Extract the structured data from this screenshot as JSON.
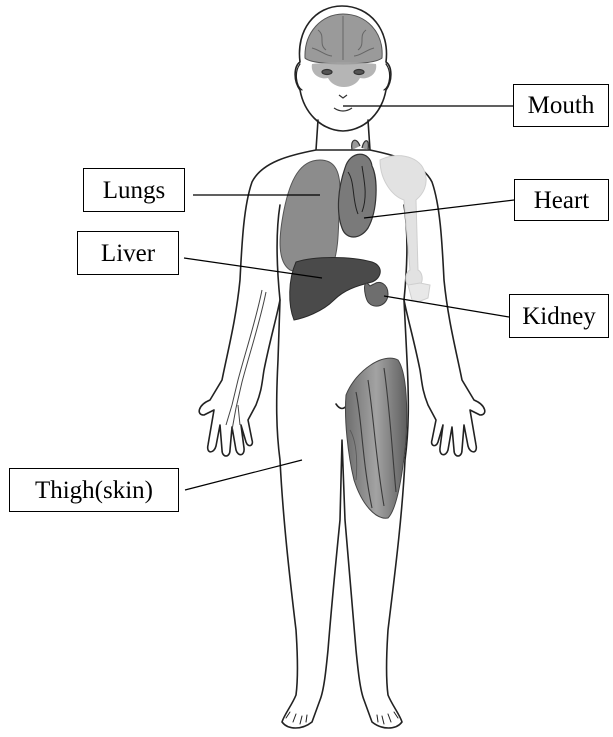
{
  "labels": {
    "mouth": "Mouth",
    "lungs": "Lungs",
    "heart": "Heart",
    "liver": "Liver",
    "kidney": "Kidney",
    "thigh": "Thigh(skin)"
  },
  "colors": {
    "outline": "#222222",
    "brain": "#9a9a9a",
    "lung": "#8c8c8c",
    "liver": "#4a4a4a",
    "heart": "#7a7a7a",
    "kidney": "#6e6e6e",
    "bone": "#e2e2e2",
    "muscle": "#8a8a8a",
    "background": "#ffffff"
  }
}
